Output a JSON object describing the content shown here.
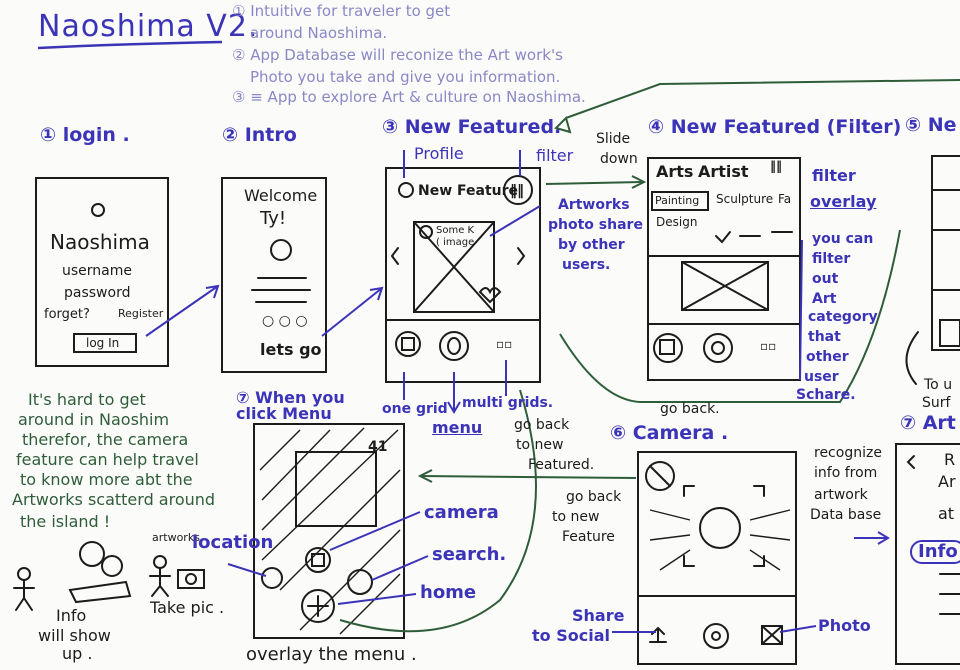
{
  "title": "Naoshima V2.",
  "goals": [
    "① Intuitive for traveler to get",
    "around Naoshima.",
    "② App Database will reconize the Art work's",
    "Photo you take and give you information.",
    "③ ≡ App to explore Art & culture on Naoshima."
  ],
  "sections": {
    "login": "① login .",
    "intro": "② Intro",
    "new_featured": "③ New Featured.",
    "filter": "④ New Featured (Filter)",
    "five": "⑤ Ne",
    "menu": "⑦ When you click Menu",
    "camera": "⑥ Camera .",
    "art": "⑦ Art"
  },
  "login_screen": {
    "app_name": "Naoshima",
    "username": "username",
    "password": "password",
    "forget": "forget?",
    "register": "Register",
    "login_btn": "log In"
  },
  "intro_screen": {
    "welcome": "Welcome",
    "name": "Ty!",
    "dots": "○ ○ ○",
    "lets_go": "lets go"
  },
  "feature_screen": {
    "new_feature": "New Feature",
    "filter_icon": "‖‖",
    "card_title": "Some K",
    "card_sub": "( image"
  },
  "feature_annotations": {
    "profile": "Profile",
    "filter": "filter",
    "slide": "Slide",
    "down": "down",
    "artworks": [
      "Artworks",
      "photo share",
      "by other",
      "users."
    ],
    "one_grid": "one grid",
    "multi_grids": "multi grids.",
    "menu": "menu",
    "go_back": "go back."
  },
  "filter_screen": {
    "arts": "Arts",
    "artist": "Artist",
    "painting": "Painting",
    "sculpture": "Sculpture",
    "fa": "Fa",
    "design": "Design"
  },
  "filter_annotations": [
    "filter",
    "overlay",
    "you can",
    "filter",
    "out",
    "Art",
    "category",
    "that",
    "other",
    "user",
    "Schare."
  ],
  "five_annotation": [
    "To u",
    "Surf"
  ],
  "green_note": [
    "It's hard to get",
    "around in Naoshim",
    "therefor, the camera",
    "feature can help travel",
    "to know more abt the",
    "Artworks scatterd around",
    "the island !"
  ],
  "mini_story": {
    "artworks": "artworks",
    "take_pic": "Take pic .",
    "info": "Info",
    "will_show": "will show",
    "up": "up ."
  },
  "menu_screen": {
    "signal": "41"
  },
  "menu_annotations": {
    "location": "location",
    "camera": "camera",
    "search": "search.",
    "home": "home",
    "overlay": "overlay the menu ."
  },
  "back_notes": {
    "go_back_new": [
      "go back",
      "to new",
      "Featured."
    ],
    "go_back_feature": [
      "go back",
      "to new",
      "Feature"
    ]
  },
  "camera_annotations": {
    "share": "Share",
    "to_social": "to Social",
    "photo": "Photo",
    "recognize": [
      "recognize",
      "info from",
      "artwork",
      "Data base"
    ]
  },
  "art_screen": {
    "r": "R",
    "ar": "Ar",
    "at": "at",
    "info": "Info"
  },
  "colors": {
    "ink": "#1c1c1c",
    "blue": "#3b34b8",
    "green": "#2f5d3a",
    "faint": "#8a88c6"
  }
}
